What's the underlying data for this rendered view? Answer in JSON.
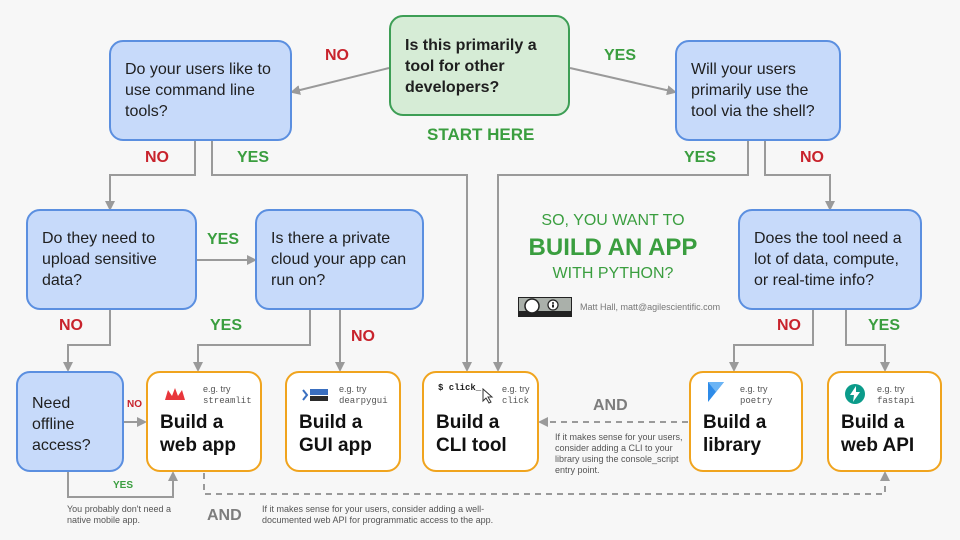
{
  "start": {
    "question": "Is this primarily a tool for other developers?",
    "label": "START HERE"
  },
  "questions": {
    "cli_users": "Do your users like to use command line tools?",
    "shell": "Will your users primarily use the tool via the shell?",
    "sensitive": "Do they need to upload sensitive data?",
    "private_cloud": "Is there a private cloud your app can run on?",
    "data_compute": "Does the tool need a lot of data, compute, or real-time info?",
    "offline": "Need offline access?"
  },
  "answers": {
    "yes": "YES",
    "no": "NO"
  },
  "results": {
    "web_app": {
      "title": "Build a web app",
      "eg": "e.g. try",
      "tool": "streamlit"
    },
    "gui_app": {
      "title": "Build a GUI app",
      "eg": "e.g. try",
      "tool": "dearpygui"
    },
    "cli_tool": {
      "title": "Build a CLI tool",
      "eg": "e.g. try",
      "tool": "click",
      "prompt": "$ click_"
    },
    "library": {
      "title": "Build a library",
      "eg": "e.g. try",
      "tool": "poetry"
    },
    "web_api": {
      "title": "Build a web API",
      "eg": "e.g. try",
      "tool": "fastapi"
    }
  },
  "center": {
    "line1": "SO, YOU WANT TO",
    "line2": "BUILD AN APP",
    "line3": "WITH PYTHON?",
    "credit": "Matt Hall, matt@agilescientific.com"
  },
  "notes": {
    "and": "AND",
    "cli_note": "If it makes sense for your users, consider adding a CLI to your library using the console_script entry point.",
    "api_note": "If it makes sense for your users, consider adding a well-documented web API for programmatic access to the app.",
    "mobile_note": "You probably don't need a native mobile app."
  },
  "icons": [
    "streamlit-crown-icon",
    "dearpygui-logo-icon",
    "mouse-cursor-icon",
    "poetry-logo-icon",
    "fastapi-bolt-icon",
    "cc-by-license-icon"
  ],
  "colors": {
    "question_fill": "#c7dafa",
    "question_border": "#5b8fe0",
    "start_fill": "#d6ecd6",
    "start_border": "#3d9e55",
    "result_border": "#f0a41e",
    "no": "#c8232c",
    "yes": "#3a9e3f",
    "arrow": "#9a9a9a"
  }
}
